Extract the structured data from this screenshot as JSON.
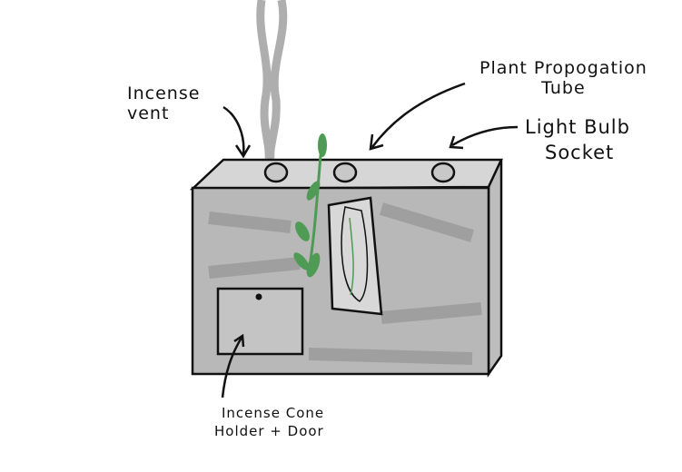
{
  "labels": {
    "incense_vent": [
      "Incense",
      "vent"
    ],
    "plant_tube": [
      "Plant Propogation",
      "Tube"
    ],
    "light_socket": [
      "Light Bulb",
      "Socket"
    ],
    "cone_holder": [
      "Incense Cone",
      "Holder + Door"
    ]
  },
  "colors": {
    "box": "#b8b8b8",
    "box_dark": "#8a8a8a",
    "outline": "#111111",
    "leaf": "#4f9a55",
    "smoke": "#9a9a9a"
  }
}
